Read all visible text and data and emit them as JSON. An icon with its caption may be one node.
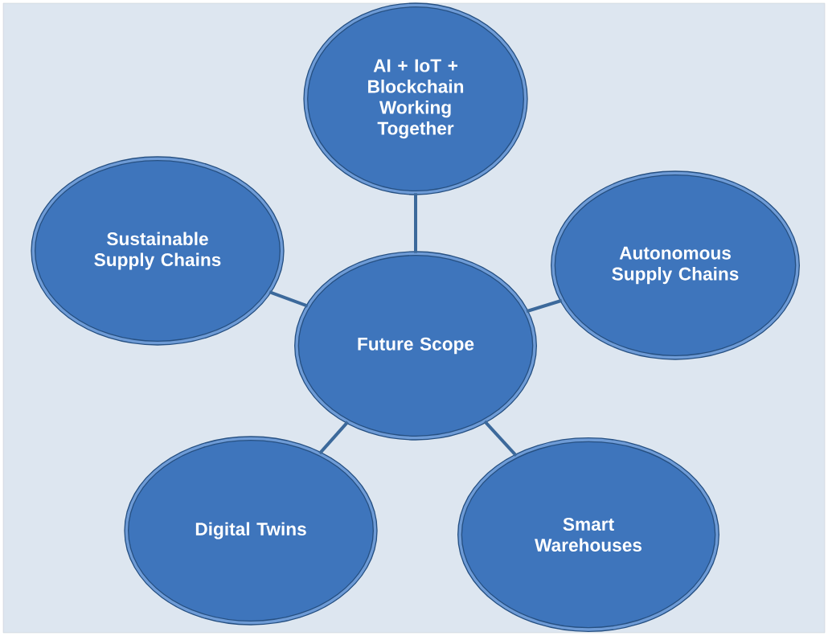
{
  "diagram": {
    "nodes": [
      {
        "text": [
          "Future Scope"
        ]
      },
      {
        "text": [
          "AI + IoT + Blockchain Working Together"
        ]
      },
      {
        "text": [
          "Sustainable Supply Chains"
        ]
      },
      {
        "text": [
          "Autonomous Supply Chains"
        ]
      },
      {
        "text": [
          "Digital Twins"
        ]
      },
      {
        "text": [
          "Smart Warehouses"
        ]
      }
    ],
    "edges": [
      {
        "from": 0,
        "to": 1,
        "arrow": "none"
      },
      {
        "from": 0,
        "to": 2,
        "arrow": "none"
      },
      {
        "from": 0,
        "to": 3,
        "arrow": "none"
      },
      {
        "from": 0,
        "to": 4,
        "arrow": "none"
      },
      {
        "from": 0,
        "to": 5,
        "arrow": "none"
      }
    ]
  }
}
